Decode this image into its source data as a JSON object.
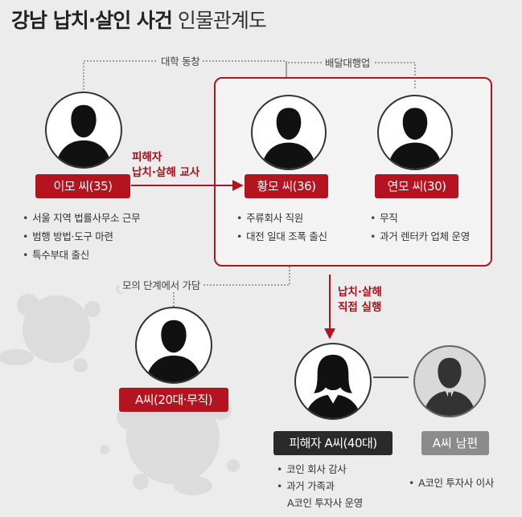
{
  "title": {
    "bold": "강남 납치·살인 사건",
    "light": "인물관계도"
  },
  "connections": {
    "college": "대학 동창",
    "delivery": "배달대행업",
    "conspiracy": "모의 단계에서 가담"
  },
  "arrows": {
    "instigate_line1": "피해자",
    "instigate_line2": "납치·살해 교사",
    "execute_line1": "납치·살해",
    "execute_line2": "직접 실행"
  },
  "people": {
    "lee": {
      "label": "이모 씨(35)",
      "bullets": [
        "서울 지역 법률사무소 근무",
        "범행 방법·도구 마련",
        "특수부대 출신"
      ]
    },
    "hwang": {
      "label": "황모 씨(36)",
      "bullets": [
        "주류회사 직원",
        "대전 일대 조폭 출신"
      ]
    },
    "yeon": {
      "label": "연모 씨(30)",
      "bullets": [
        "무직",
        "과거 렌터카 업체 운영"
      ]
    },
    "a": {
      "label": "A씨(20대·무직)"
    },
    "victim": {
      "label": "피해자 A씨(40대)",
      "bullets": [
        "코인 회사 감사",
        "과거 가족과",
        "A코인 투자사 운영"
      ]
    },
    "husband": {
      "label": "A씨 남편",
      "bullets": [
        "A코인 투자사 이사"
      ]
    }
  },
  "colors": {
    "accent": "#b3141f",
    "dark": "#2a2a2a",
    "grey": "#8b8b8b",
    "background": "#ececec"
  }
}
